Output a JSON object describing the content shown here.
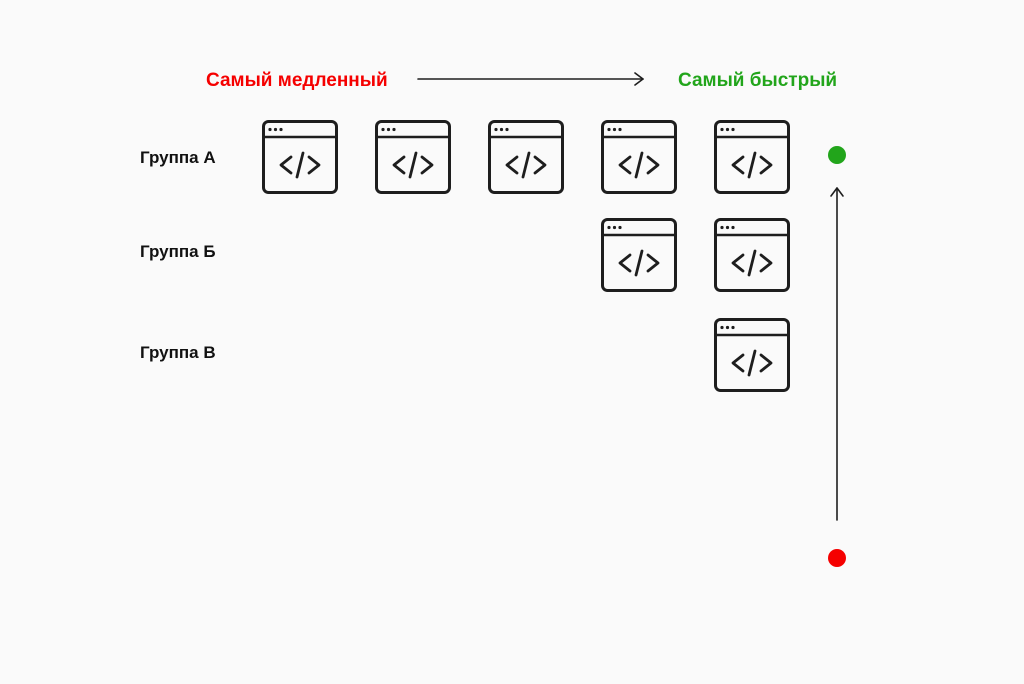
{
  "header": {
    "slowest_label": "Самый медленный",
    "fastest_label": "Самый быстрый"
  },
  "groups": [
    {
      "label": "Группа А",
      "windows": 5
    },
    {
      "label": "Группа Б",
      "windows": 2
    },
    {
      "label": "Группа В",
      "windows": 1
    }
  ],
  "icons": {
    "window": "code-window-icon"
  },
  "colors": {
    "slow": "#f50000",
    "fast": "#22a51b",
    "ink": "#1e1e1e",
    "background": "#fafafa"
  }
}
